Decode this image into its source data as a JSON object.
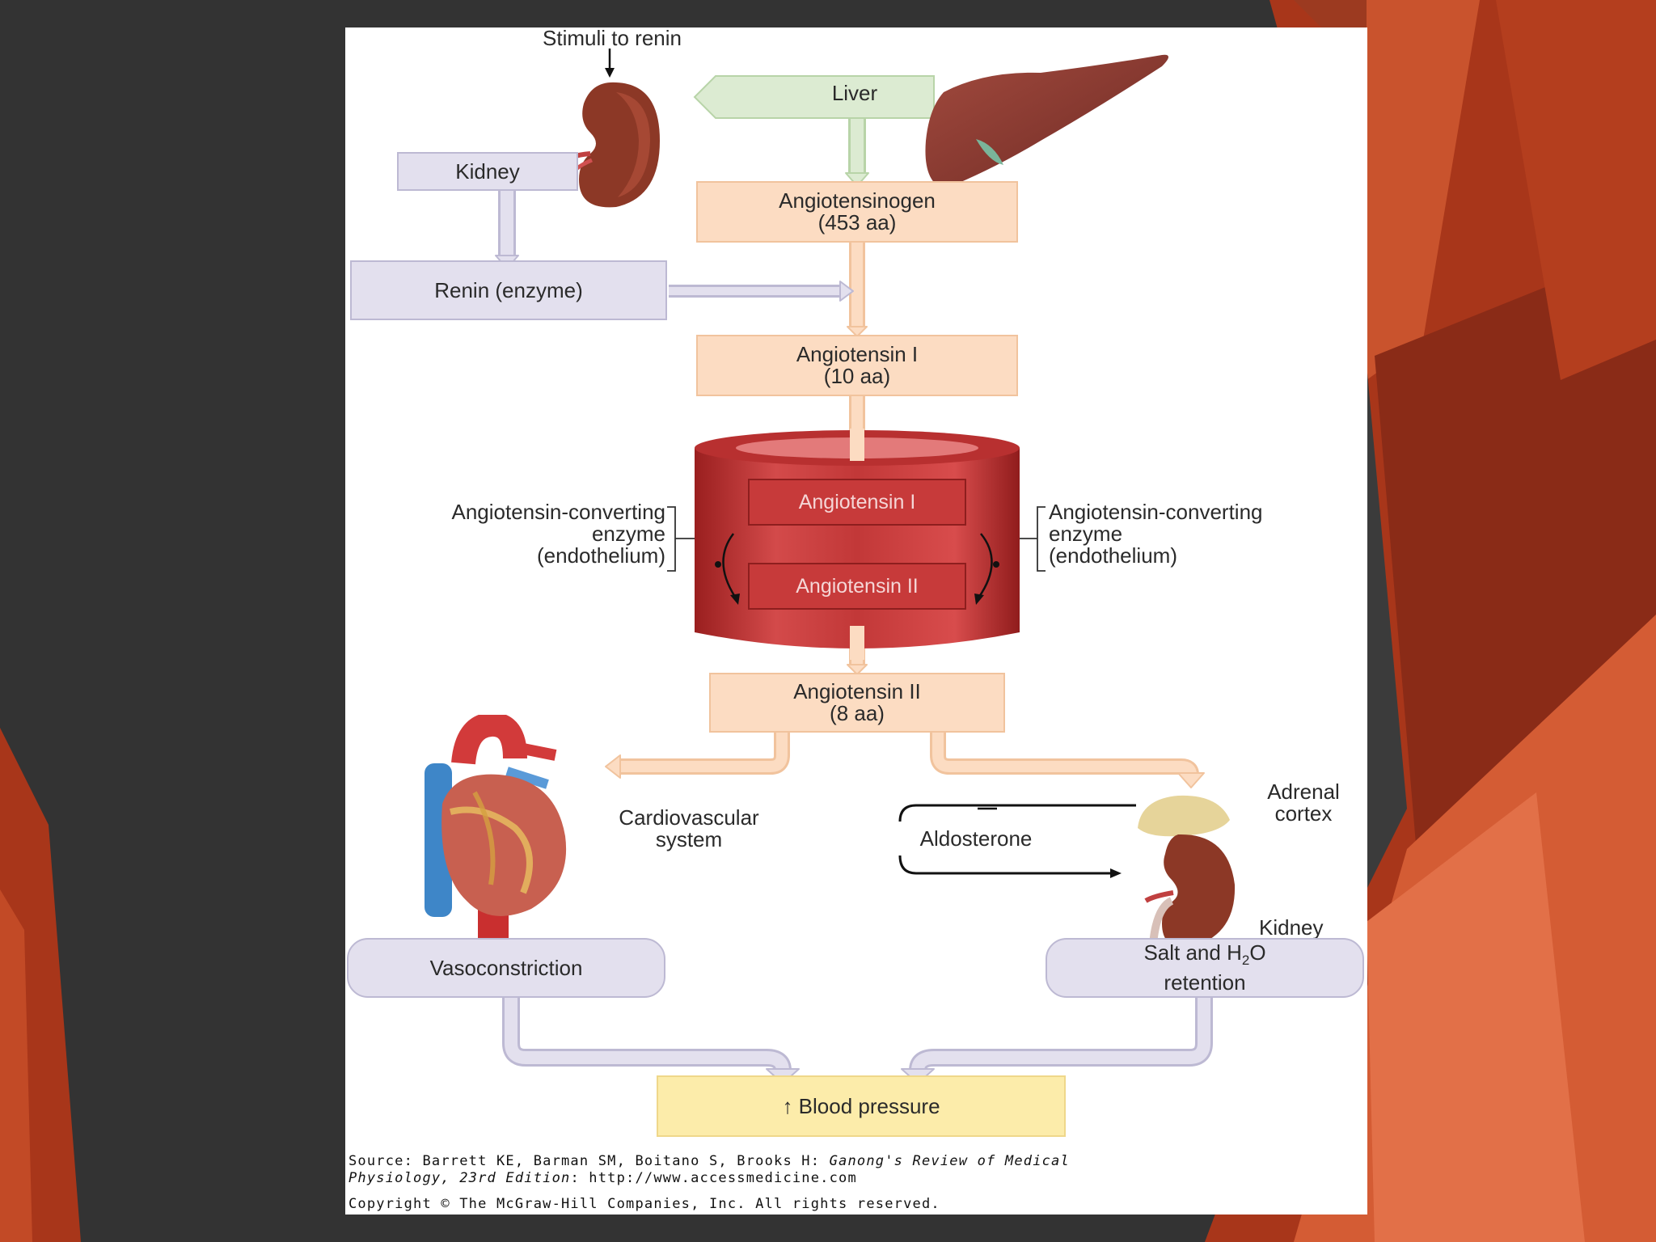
{
  "labels": {
    "stimuli": "Stimuli to renin",
    "liver": "Liver",
    "kidney_top": "Kidney",
    "renin": "Renin (enzyme)",
    "angiotensinogen": "Angiotensinogen",
    "angiotensinogen_aa": "(453 aa)",
    "angiotensin1": "Angiotensin I",
    "angiotensin1_aa": "(10 aa)",
    "vessel_angiotensin1": "Angiotensin I",
    "vessel_angiotensin2": "Angiotensin II",
    "ace_left_1": "Angiotensin-converting",
    "ace_left_2": "enzyme",
    "ace_left_3": "(endothelium)",
    "ace_right_1": "Angiotensin-converting",
    "ace_right_2": "enzyme",
    "ace_right_3": "(endothelium)",
    "angiotensin2": "Angiotensin II",
    "angiotensin2_aa": "(8 aa)",
    "cardio_1": "Cardiovascular",
    "cardio_2": "system",
    "aldosterone": "Aldosterone",
    "adrenal_1": "Adrenal",
    "adrenal_2": "cortex",
    "kidney_bottom": "Kidney",
    "vasoconstriction": "Vasoconstriction",
    "salt_pre": "Salt and H",
    "salt_sub": "2",
    "salt_post": "O",
    "salt_2": "retention",
    "blood_pressure": "↑  Blood pressure"
  },
  "source": {
    "line1_plain": "Source: Barrett KE, Barman SM, Boitano S, Brooks H: ",
    "line1_italic": "Ganong's Review of Medical",
    "line2_italic": "Physiology, 23rd Edition",
    "line2_plain": ": http://www.accessmedicine.com",
    "line3": "Copyright © The McGraw-Hill Companies, Inc. All rights reserved."
  },
  "colors": {
    "slide_background": "#333333",
    "accent_orange": "#c2401c",
    "peach_box": "#fcdcc2",
    "lavender_box": "#e3e0ee",
    "yellow_box": "#fcecaa",
    "vessel_red": "#b52a2a"
  }
}
